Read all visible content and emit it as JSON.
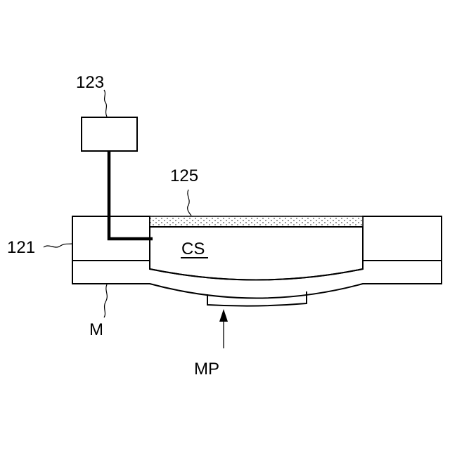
{
  "labels": {
    "controller": "123",
    "coating": "125",
    "body": "121",
    "chamber": "CS",
    "membrane": "M",
    "protrusion": "MP"
  },
  "colors": {
    "stroke": "#000000",
    "background": "#ffffff",
    "stipple": "#000000"
  }
}
